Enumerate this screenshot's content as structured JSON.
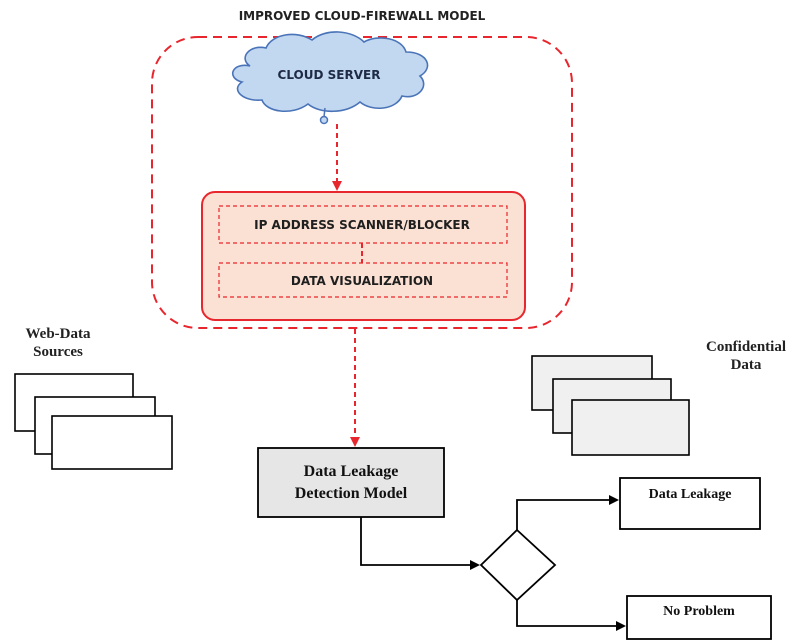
{
  "firewall": {
    "title": "IMPROVED CLOUD-FIREWALL MODEL",
    "cloud_label": "CLOUD SERVER",
    "scanner_label": "IP ADDRESS  SCANNER/BLOCKER",
    "visualization_label": "DATA VISUALIZATION"
  },
  "sources": {
    "web_label_line1": "Web-Data",
    "web_label_line2": "Sources",
    "confidential_label_line1": "Confidential",
    "confidential_label_line2": "Data"
  },
  "detection": {
    "label_line1": "Data Leakage",
    "label_line2": "Detection Model"
  },
  "outcomes": {
    "leak_label": "Data Leakage",
    "ok_label": "No Problem"
  },
  "colors": {
    "red_dashed": "#e8262d",
    "cloud_fill": "#c2d7f0",
    "cloud_stroke": "#4a74b8",
    "inner_fill": "#fbe1d3",
    "detection_fill": "#e6e6e6",
    "stack_fill": "#f0f0f0"
  }
}
